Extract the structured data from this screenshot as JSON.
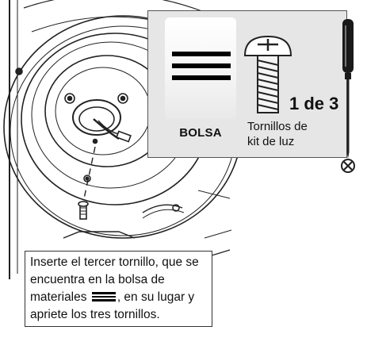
{
  "parts_panel": {
    "bag_label": "BOLSA",
    "count_label": "1 de 3",
    "screws_label_line1": "Tornillos de",
    "screws_label_line2": "kit de luz"
  },
  "instruction": {
    "text_before_icon": "Inserte el tercer tornillo, que se encuentra en la bolsa de materiales",
    "text_after_icon": ", en su lugar y apriete los tres tornillos."
  },
  "icons": {
    "bag_icon": "three-horizontal-bars",
    "screw_icon": "phillips-machine-screw",
    "screwdriver_icon": "phillips-screwdriver",
    "mounting_plate": "fan-mounting-plate-diagram"
  },
  "colors": {
    "panel_background": "#e6e6e6",
    "line_art": "#222222",
    "screwdriver_handle": "#1a1a1a"
  }
}
